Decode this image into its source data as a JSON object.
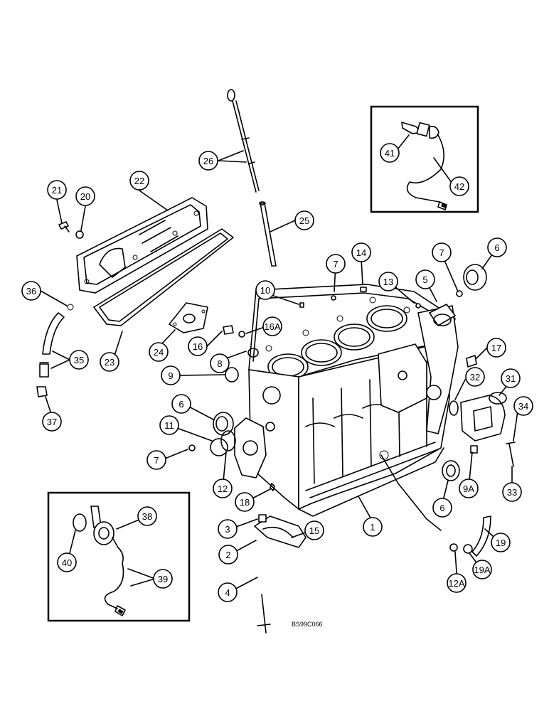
{
  "diagram": {
    "footer_code": "BS99C066",
    "callouts": [
      {
        "label": "21"
      },
      {
        "label": "20"
      },
      {
        "label": "22"
      },
      {
        "label": "26"
      },
      {
        "label": "25"
      },
      {
        "label": "41"
      },
      {
        "label": "42"
      },
      {
        "label": "36"
      },
      {
        "label": "35"
      },
      {
        "label": "37"
      },
      {
        "label": "23"
      },
      {
        "label": "24"
      },
      {
        "label": "16"
      },
      {
        "label": "16A"
      },
      {
        "label": "10"
      },
      {
        "label": "7"
      },
      {
        "label": "14"
      },
      {
        "label": "13"
      },
      {
        "label": "5"
      },
      {
        "label": "7"
      },
      {
        "label": "6"
      },
      {
        "label": "8"
      },
      {
        "label": "9"
      },
      {
        "label": "17"
      },
      {
        "label": "32"
      },
      {
        "label": "31"
      },
      {
        "label": "34"
      },
      {
        "label": "6"
      },
      {
        "label": "11"
      },
      {
        "label": "7"
      },
      {
        "label": "12"
      },
      {
        "label": "18"
      },
      {
        "label": "3"
      },
      {
        "label": "2"
      },
      {
        "label": "4"
      },
      {
        "label": "15"
      },
      {
        "label": "1"
      },
      {
        "label": "6"
      },
      {
        "label": "9A"
      },
      {
        "label": "33"
      },
      {
        "label": "19"
      },
      {
        "label": "19A"
      },
      {
        "label": "12A"
      },
      {
        "label": "38"
      },
      {
        "label": "39"
      },
      {
        "label": "40"
      }
    ]
  }
}
